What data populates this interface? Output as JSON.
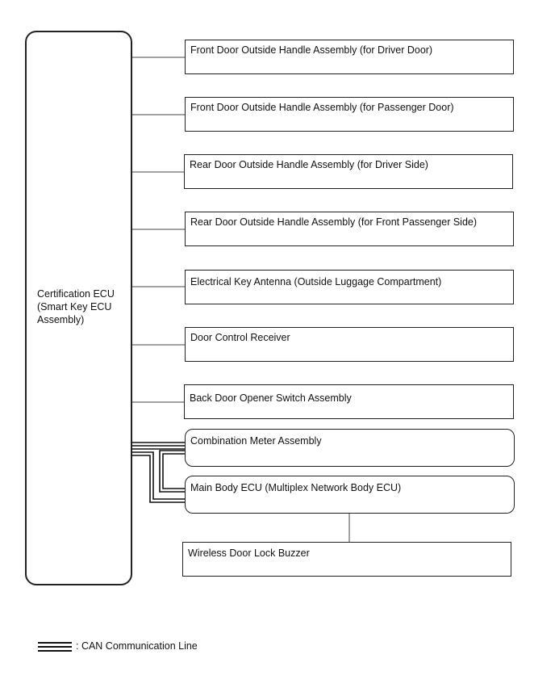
{
  "ecu": {
    "lines": [
      "Certification ECU",
      "(Smart Key ECU",
      "Assembly)"
    ]
  },
  "components": [
    {
      "label": "Front Door Outside Handle Assembly (for Driver Door)"
    },
    {
      "label": "Front Door Outside Handle Assembly (for Passenger Door)"
    },
    {
      "label": "Rear Door Outside Handle Assembly (for Driver Side)"
    },
    {
      "label": "Rear Door Outside Handle Assembly (for Front Passenger Side)"
    },
    {
      "label": "Electrical Key Antenna (Outside Luggage Compartment)"
    },
    {
      "label": "Door Control Receiver"
    },
    {
      "label": "Back Door Opener Switch Assembly"
    },
    {
      "label": "Combination Meter Assembly"
    },
    {
      "label": "Main Body ECU (Multiplex Network Body ECU)"
    },
    {
      "label": "Wireless Door Lock Buzzer"
    }
  ],
  "legend": {
    "label": ": CAN Communication Line"
  }
}
